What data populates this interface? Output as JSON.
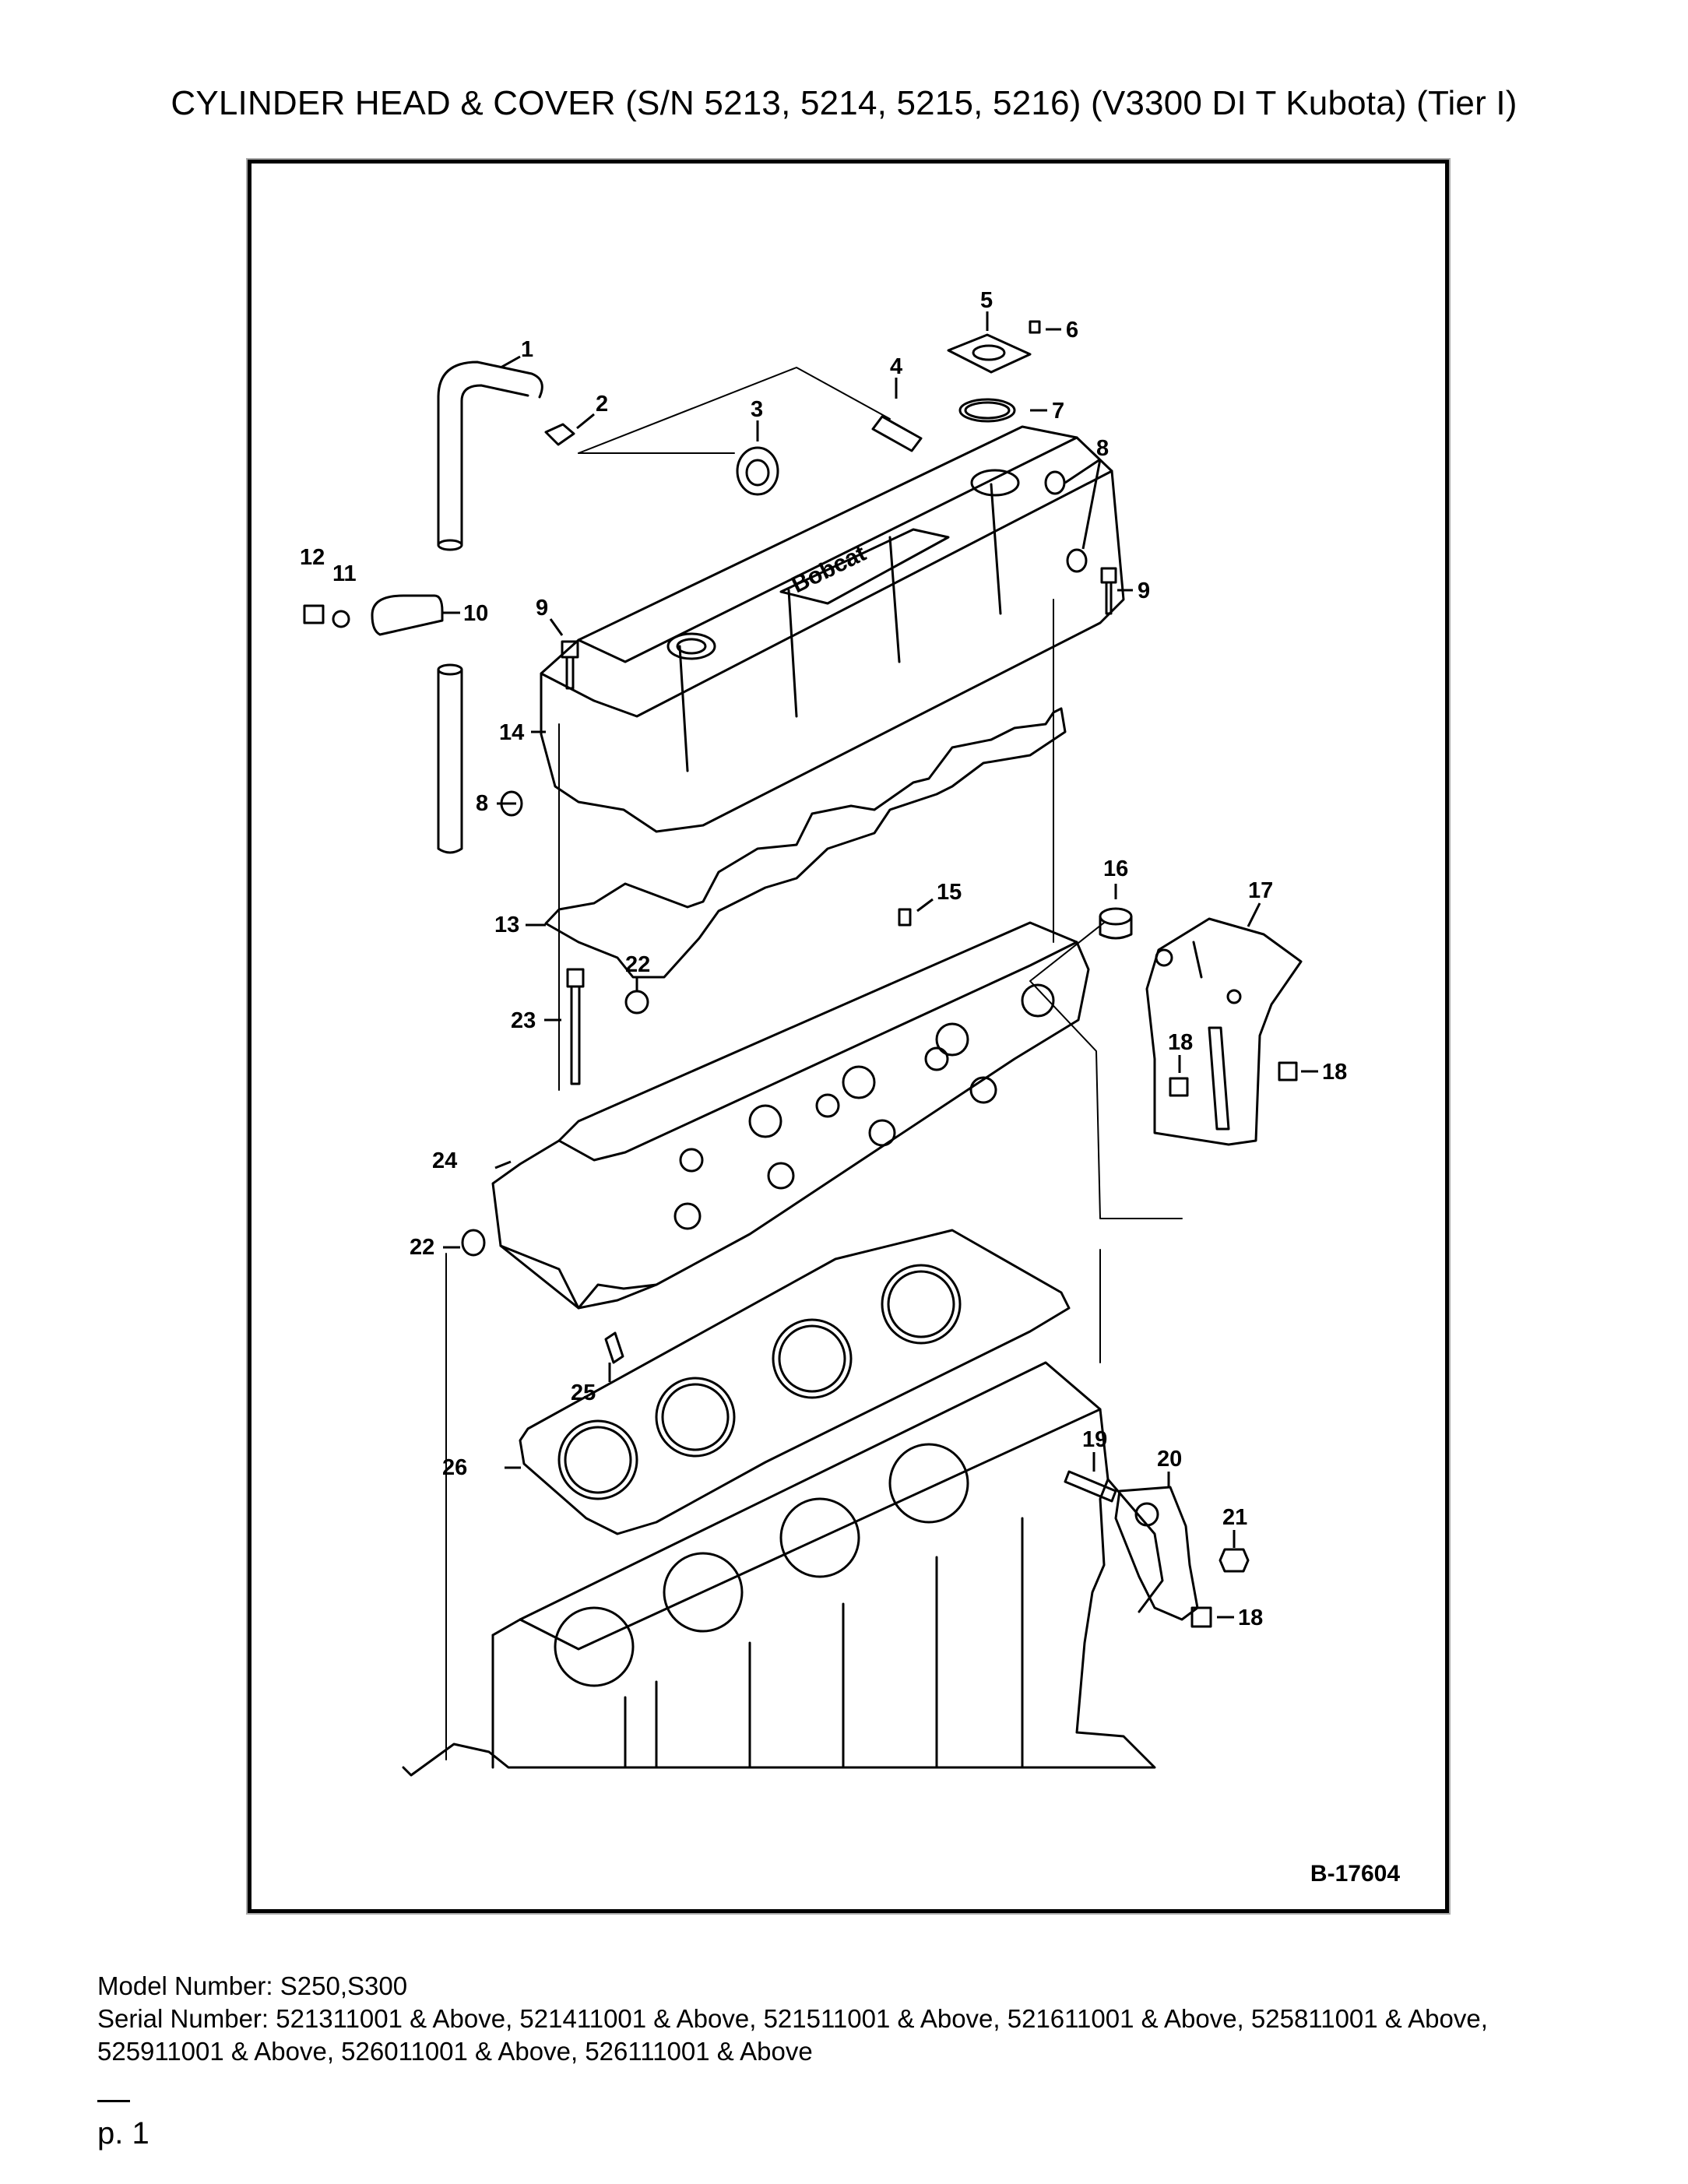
{
  "title": "CYLINDER HEAD & COVER (S/N 5213, 5214, 5215, 5216) (V3300 DI T Kubota) (Tier I)",
  "figure_id": "B-17604",
  "callouts": [
    {
      "num": "1"
    },
    {
      "num": "2"
    },
    {
      "num": "3"
    },
    {
      "num": "4"
    },
    {
      "num": "5"
    },
    {
      "num": "6"
    },
    {
      "num": "7"
    },
    {
      "num": "8"
    },
    {
      "num": "8"
    },
    {
      "num": "9"
    },
    {
      "num": "9"
    },
    {
      "num": "10"
    },
    {
      "num": "11"
    },
    {
      "num": "12"
    },
    {
      "num": "13"
    },
    {
      "num": "14"
    },
    {
      "num": "15"
    },
    {
      "num": "16"
    },
    {
      "num": "17"
    },
    {
      "num": "18"
    },
    {
      "num": "18"
    },
    {
      "num": "18"
    },
    {
      "num": "19"
    },
    {
      "num": "20"
    },
    {
      "num": "21"
    },
    {
      "num": "22"
    },
    {
      "num": "22"
    },
    {
      "num": "23"
    },
    {
      "num": "24"
    },
    {
      "num": "25"
    },
    {
      "num": "26"
    }
  ],
  "model": {
    "label": "Model Number:",
    "value": "S250,S300"
  },
  "serial": {
    "label": "Serial Number:",
    "value": "521311001 & Above, 521411001 & Above, 521511001 & Above, 521611001 & Above, 525811001 & Above, 525911001 & Above, 526011001 & Above, 526111001 & Above"
  },
  "page_label": "p. 1",
  "logo_text": "Bobcat"
}
